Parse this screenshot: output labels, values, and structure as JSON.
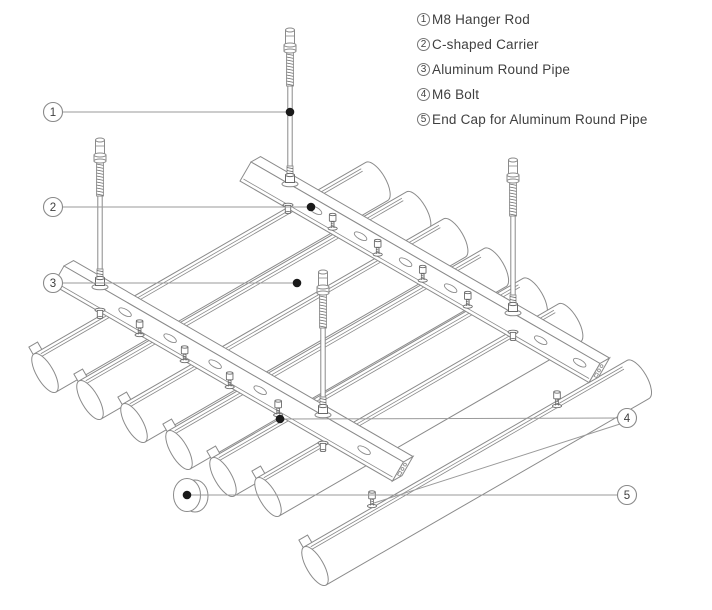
{
  "legend": {
    "items": [
      {
        "num": "1",
        "label": "M8 Hanger Rod"
      },
      {
        "num": "2",
        "label": "C-shaped Carrier"
      },
      {
        "num": "3",
        "label": "Aluminum Round Pipe"
      },
      {
        "num": "4",
        "label": "M6 Bolt"
      },
      {
        "num": "5",
        "label": "End Cap for Aluminum Round Pipe"
      }
    ]
  },
  "callouts": [
    {
      "num": "1"
    },
    {
      "num": "2"
    },
    {
      "num": "3"
    },
    {
      "num": "4"
    },
    {
      "num": "5"
    }
  ],
  "colors": {
    "background": "#ffffff",
    "line": "#8a8a8a",
    "line_dark": "#6a6a6a",
    "leader": "#9a9a9a",
    "dot": "#1a1a1a",
    "text": "#3f3f3f"
  }
}
